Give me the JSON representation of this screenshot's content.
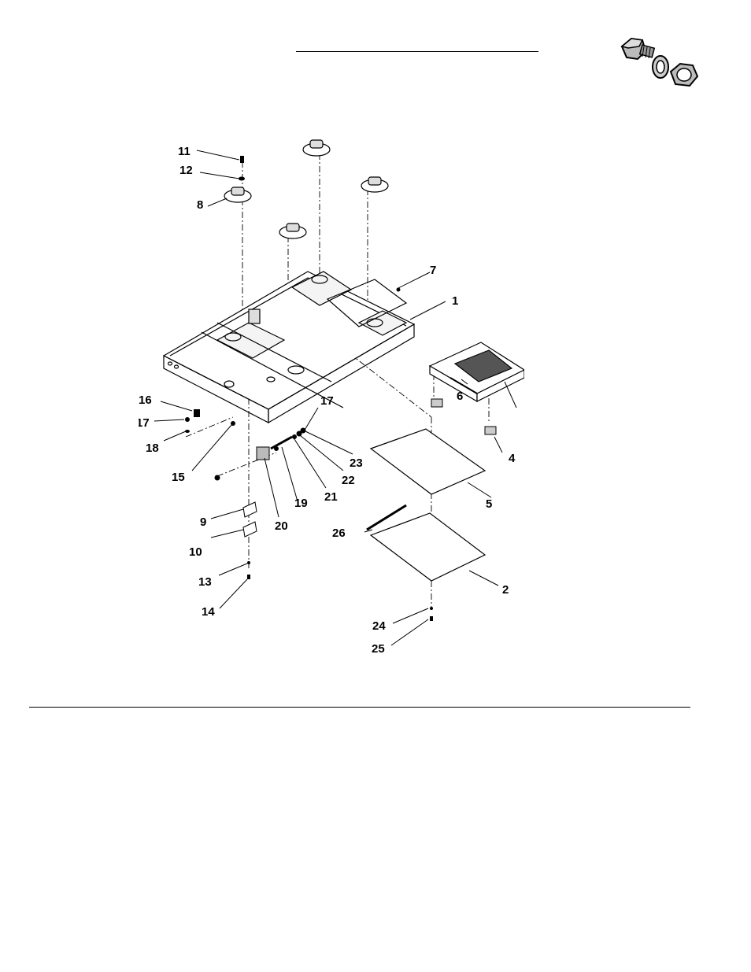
{
  "diagram": {
    "callouts": [
      {
        "id": "c1",
        "label": "1"
      },
      {
        "id": "c2",
        "label": "2"
      },
      {
        "id": "c4",
        "label": "4"
      },
      {
        "id": "c5",
        "label": "5"
      },
      {
        "id": "c6",
        "label": "6"
      },
      {
        "id": "c7",
        "label": "7"
      },
      {
        "id": "c8",
        "label": "8"
      },
      {
        "id": "c9",
        "label": "9"
      },
      {
        "id": "c10",
        "label": "10"
      },
      {
        "id": "c11",
        "label": "11"
      },
      {
        "id": "c12",
        "label": "12"
      },
      {
        "id": "c13",
        "label": "13"
      },
      {
        "id": "c14",
        "label": "14"
      },
      {
        "id": "c15",
        "label": "15"
      },
      {
        "id": "c16",
        "label": "16"
      },
      {
        "id": "c17a",
        "label": "17"
      },
      {
        "id": "c17b",
        "label": "17"
      },
      {
        "id": "c18",
        "label": "18"
      },
      {
        "id": "c19",
        "label": "19"
      },
      {
        "id": "c20",
        "label": "20"
      },
      {
        "id": "c21",
        "label": "21"
      },
      {
        "id": "c22",
        "label": "22"
      },
      {
        "id": "c23",
        "label": "23"
      },
      {
        "id": "c24",
        "label": "24"
      },
      {
        "id": "c25",
        "label": "25"
      },
      {
        "id": "c26",
        "label": "26"
      }
    ]
  },
  "icons": {
    "hardware": "bolt-washer-nut-icon"
  }
}
